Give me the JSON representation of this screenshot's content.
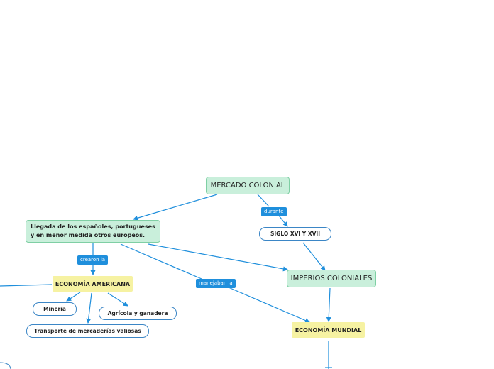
{
  "nodes": {
    "mercado_colonial": "MERCADO COLONIAL",
    "siglo": "SIGLO XVI Y XVII",
    "llegada": "Llegada de los españoles, portugueses y en menor medida otros europeos.",
    "imperios": "IMPERIOS COLONIALES",
    "economia_americana": "ECONOMÍA AMERICANA",
    "mineria": "Minería",
    "agricola": "Agrícola y ganadera",
    "transporte": "Transporte de mercaderías valiosas",
    "economia_mundial": "ECONOMÍA MUNDIAL"
  },
  "links": {
    "durante": "durante",
    "crearon_la": "crearon la",
    "manejaban_la": "manejaban la"
  },
  "colors": {
    "edge": "#1f8fdc",
    "green_fill": "#c9efdb",
    "yellow_fill": "#f6f2a2",
    "label_fill": "#1f8fdc"
  }
}
